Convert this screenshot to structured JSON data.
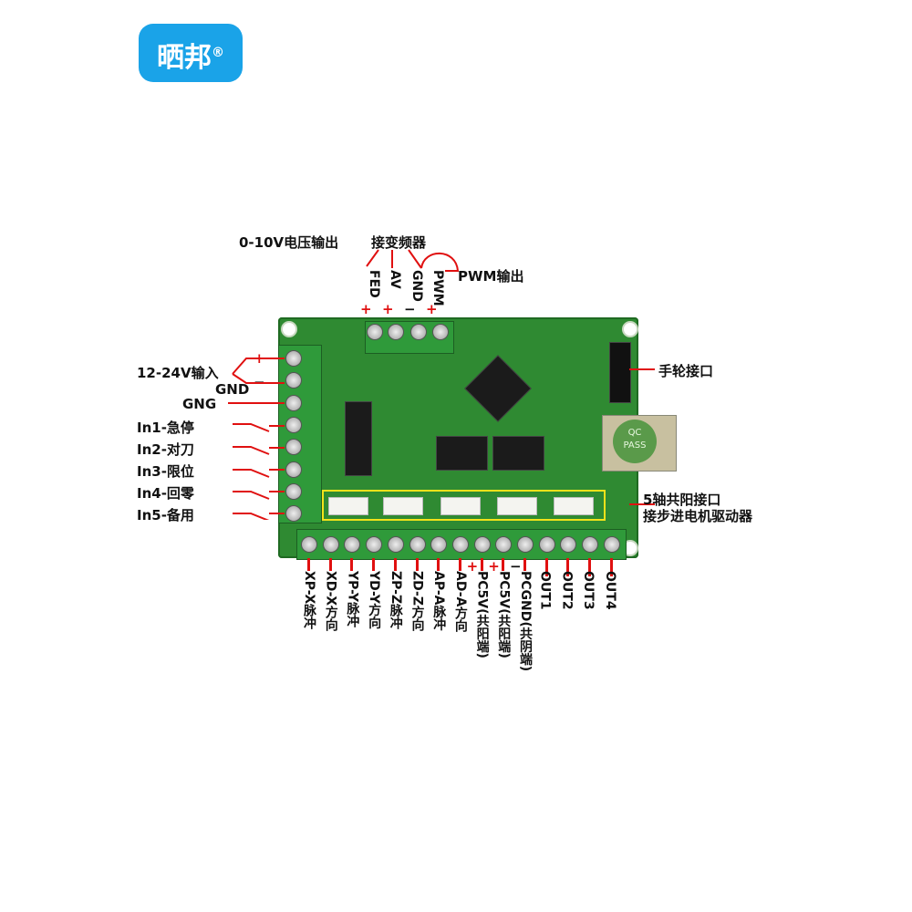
{
  "logo": {
    "text": "晒邦",
    "mark": "®"
  },
  "top": {
    "voltage_out": "0-10V电压输出",
    "inverter": "接变频器",
    "pwm_out": "PWM输出",
    "pins": [
      "FED",
      "AV",
      "GND",
      "PWM"
    ],
    "polarity": [
      "+",
      "+",
      "−",
      "+"
    ]
  },
  "left": {
    "power_in": "12-24V输入",
    "gnd": "GND",
    "plus": "+",
    "minus": "−",
    "gng": "GNG",
    "inputs": [
      "In1-急停",
      "In2-对刀",
      "In3-限位",
      "In4-回零",
      "In5-备用"
    ]
  },
  "right": {
    "handwheel": "手轮接口",
    "common_anode": "5轴共阳接口",
    "stepper": "接步进电机驱动器"
  },
  "bottom": {
    "pins": [
      "XP-X脉冲",
      "XD-X方向",
      "YP-Y脉冲",
      "YD-Y方向",
      "ZP-Z脉冲",
      "ZD-Z方向",
      "AP-A脉冲",
      "AD-A方向",
      "PC5V(共阳端)",
      "PC5V(共阳端)",
      "PCGND(共阴端)",
      "OUT1",
      "OUT2",
      "OUT3",
      "OUT4"
    ],
    "polarity": [
      "+",
      "+",
      "−"
    ]
  },
  "board": {
    "qc": "QC",
    "pass": "PASS"
  }
}
